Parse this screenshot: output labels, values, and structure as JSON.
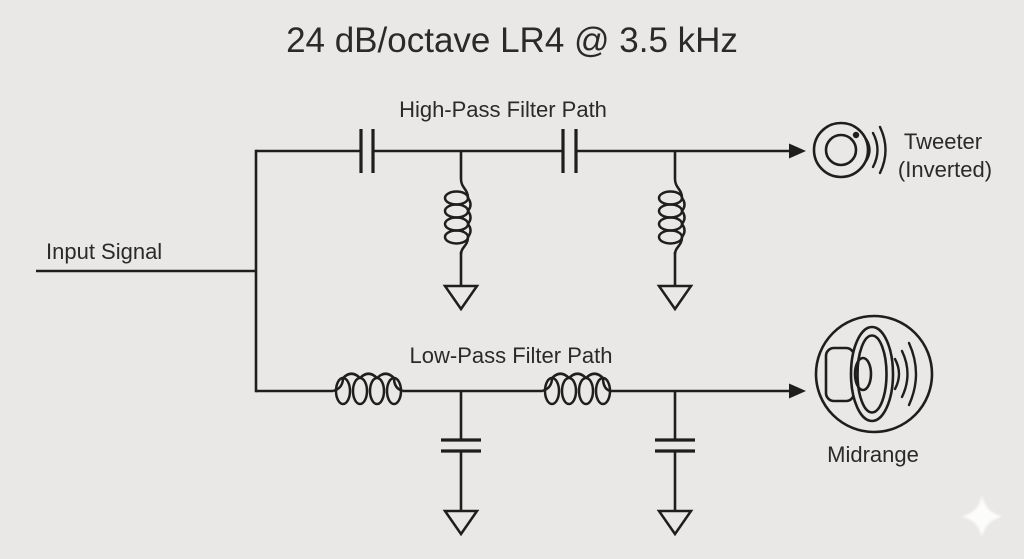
{
  "title": "24 dB/octave LR4 @ 3.5 kHz",
  "colors": {
    "background": "#e9e8e6",
    "line": "#1e1e1e",
    "text": "#2a2a2a",
    "watermark": "#ffffff"
  },
  "input": {
    "label": "Input Signal"
  },
  "high_pass": {
    "label": "High-Pass Filter Path",
    "series_components": [
      "capacitor",
      "capacitor"
    ],
    "shunt_components": [
      "inductor-to-ground",
      "inductor-to-ground"
    ],
    "output": {
      "label_line1": "Tweeter",
      "label_line2": "(Inverted)",
      "icon": "tweeter-icon"
    }
  },
  "low_pass": {
    "label": "Low-Pass Filter Path",
    "series_components": [
      "inductor",
      "inductor"
    ],
    "shunt_components": [
      "capacitor-to-ground",
      "capacitor-to-ground"
    ],
    "output": {
      "label": "Midrange",
      "icon": "midrange-speaker-icon"
    }
  },
  "icons": {
    "ground": "ground-icon",
    "signal_arrow": "arrow-right-icon",
    "watermark": "sparkle-icon"
  }
}
